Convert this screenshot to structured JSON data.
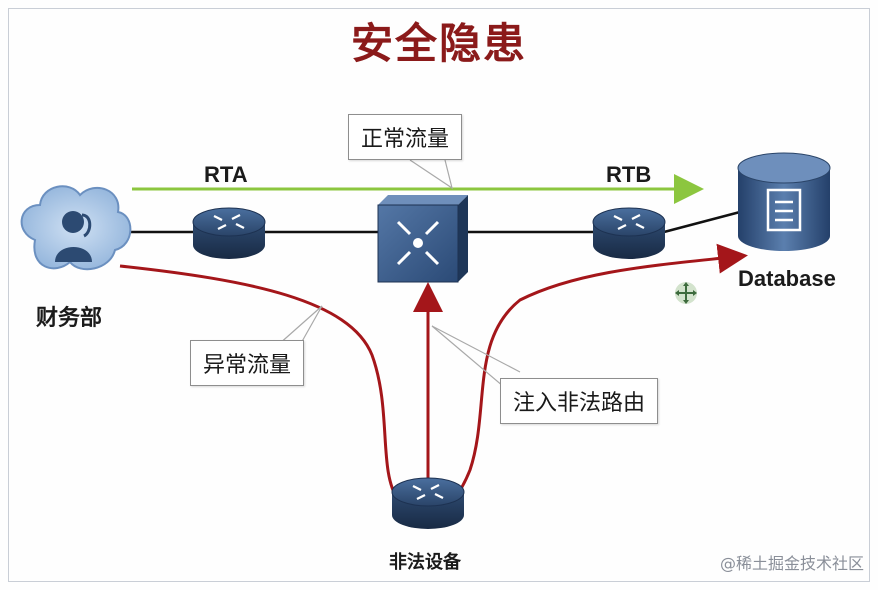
{
  "title": "安全隐患",
  "nodes": {
    "finance": {
      "label": "财务部"
    },
    "rta": {
      "label": "RTA"
    },
    "rtb": {
      "label": "RTB"
    },
    "database": {
      "label": "Database"
    },
    "illegal_device": {
      "label": "非法设备"
    }
  },
  "callouts": {
    "normal_traffic": "正常流量",
    "abnormal_traffic": "异常流量",
    "inject_route": "注入非法路由"
  },
  "watermark": "@稀土掘金技术社区",
  "colors": {
    "title": "#8b1a1a",
    "normal_flow": "#8cc63f",
    "abnormal_flow": "#a4161a",
    "device": "#2c4a72"
  }
}
